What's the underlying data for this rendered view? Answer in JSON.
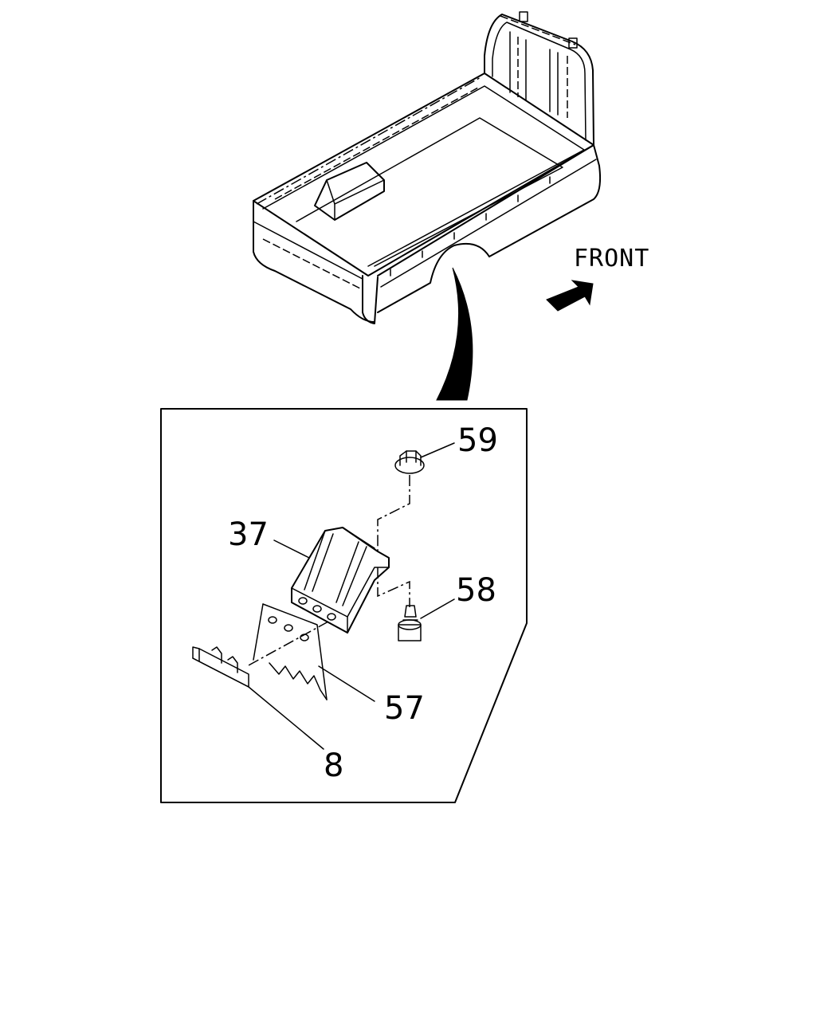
{
  "direction_indicator": {
    "label": "FRONT",
    "icon": "arrow-icon"
  },
  "callouts": [
    {
      "id": "callout-59",
      "number": "59",
      "part": "nut"
    },
    {
      "id": "callout-58",
      "number": "58",
      "part": "bolt"
    },
    {
      "id": "callout-37",
      "number": "37",
      "part": "mud-guard-bracket"
    },
    {
      "id": "callout-57",
      "number": "57",
      "part": "mud-guard-flap"
    },
    {
      "id": "callout-8",
      "number": "8",
      "part": "mud-guard-strip"
    }
  ],
  "colors": {
    "line": "#000000",
    "background": "#ffffff"
  }
}
